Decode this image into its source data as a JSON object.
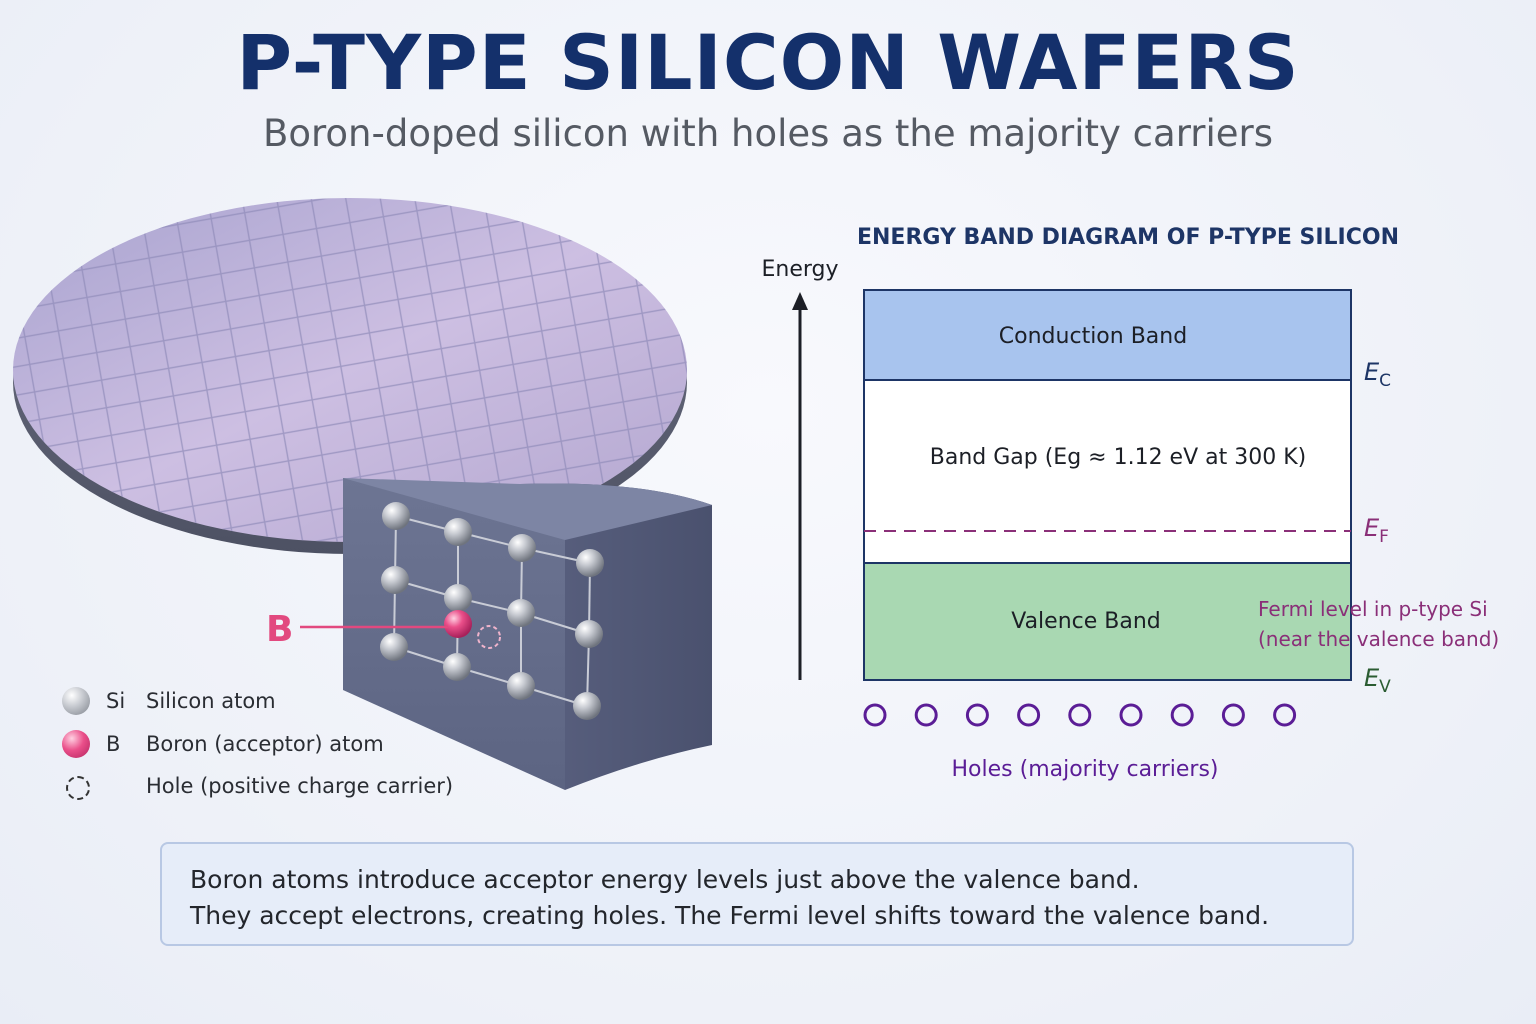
{
  "header": {
    "title": "P-TYPE SILICON WAFERS",
    "subtitle": "Boron-doped silicon with holes as the majority carriers"
  },
  "crystal": {
    "boron_label": "B"
  },
  "legend": [
    {
      "symbol": "si",
      "abbr": "Si",
      "label": "Silicon atom"
    },
    {
      "symbol": "b",
      "abbr": "B",
      "label": "Boron (acceptor) atom"
    },
    {
      "symbol": "hole",
      "abbr": "",
      "label": "Hole (positive charge carrier)"
    }
  ],
  "band_diagram": {
    "title": "ENERGY BAND DIAGRAM OF P-TYPE SILICON",
    "axis_label": "Energy",
    "conduction_band": "Conduction Band",
    "band_gap": "Band Gap (Eg ≈ 1.12 eV at 300 K)",
    "valence_band": "Valence Band",
    "ec_main": "E",
    "ec_sub": "C",
    "ef_main": "E",
    "ef_sub": "F",
    "ev_main": "E",
    "ev_sub": "V",
    "fermi_note_line1": "Fermi level in p-type Si",
    "fermi_note_line2": "(near the valence band)",
    "holes_label": "Holes (majority carriers)",
    "hole_count": 9
  },
  "summary": {
    "line1": "Boron atoms introduce acceptor energy levels just above the valence band.",
    "line2": "They accept electrons, creating holes. The Fermi level shifts toward the valence band."
  },
  "colors": {
    "title": "#14306b",
    "conduction": "#a8c4ee",
    "valence": "#a9d8b2",
    "fermi": "#8a2f78",
    "holes": "#5b1d96",
    "boron": "#e2497f"
  }
}
